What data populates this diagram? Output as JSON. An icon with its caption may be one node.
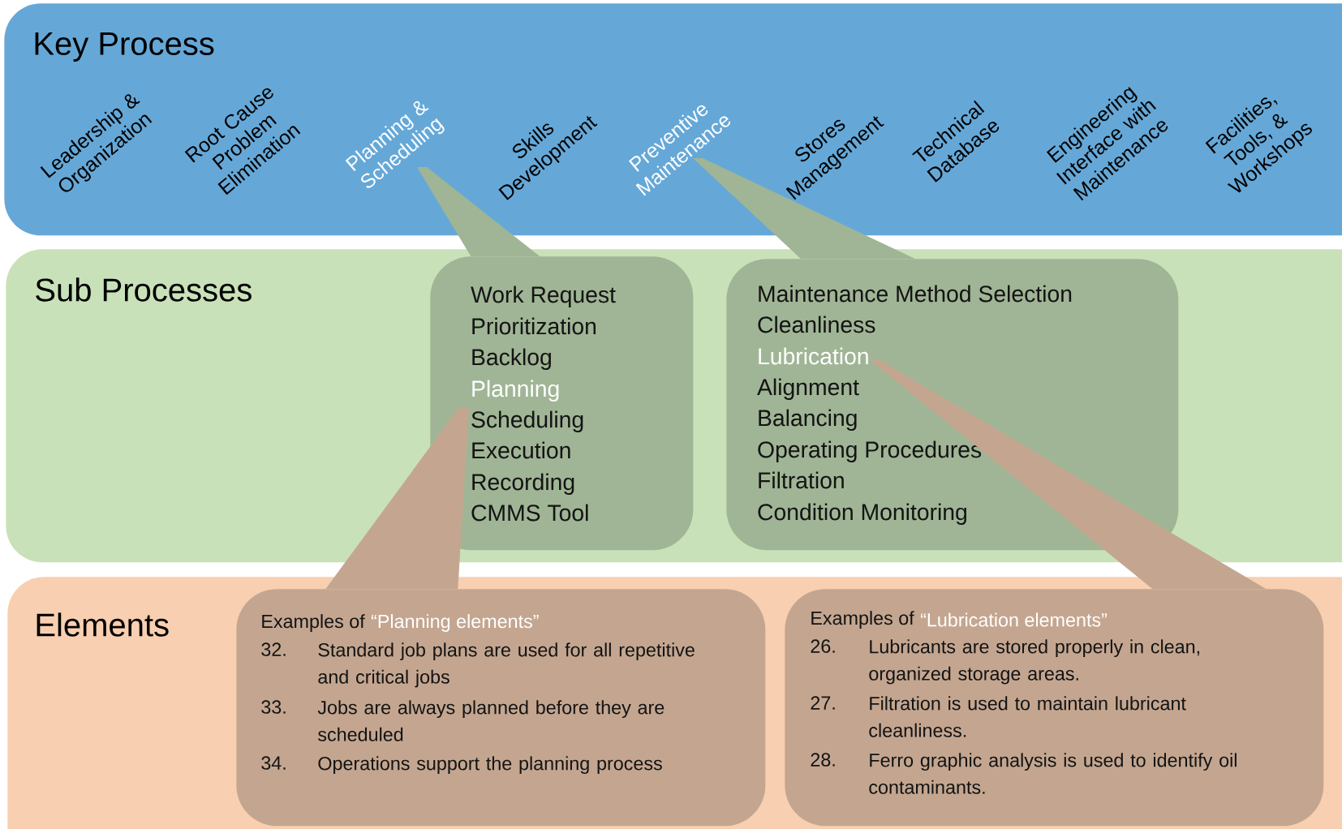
{
  "diagram": {
    "nodes": [
      {
        "text": [
          "Key Process"
        ]
      },
      {
        "text": [
          "Leadership & Organization"
        ],
        "in": 0
      },
      {
        "text": [
          "Root Cause Problem Elimination"
        ],
        "in": 0
      },
      {
        "text": [
          "Planning & Scheduling"
        ],
        "in": 0
      },
      {
        "text": [
          "Skills Development"
        ],
        "in": 0
      },
      {
        "text": [
          "Preventive Maintenance"
        ],
        "in": 0
      },
      {
        "text": [
          "Stores Management"
        ],
        "in": 0
      },
      {
        "text": [
          "Technical Database"
        ],
        "in": 0
      },
      {
        "text": [
          "Engineering Interface with Maintenance"
        ],
        "in": 0
      },
      {
        "text": [
          "Facilities, Tools, & Workshops"
        ],
        "in": 0
      },
      {
        "text": [
          "Sub Processes"
        ]
      },
      {
        "text": [],
        "shape": "box",
        "in": 10
      },
      {
        "text": [
          "Work Request"
        ],
        "in": 11
      },
      {
        "text": [
          "Prioritization"
        ],
        "in": 11
      },
      {
        "text": [
          "Backlog"
        ],
        "in": 11
      },
      {
        "text": [
          "Planning"
        ],
        "in": 11
      },
      {
        "text": [
          "Scheduling"
        ],
        "in": 11
      },
      {
        "text": [
          "Execution"
        ],
        "in": 11
      },
      {
        "text": [
          "Recording"
        ],
        "in": 11
      },
      {
        "text": [
          "CMMS Tool"
        ],
        "in": 11
      },
      {
        "text": [],
        "shape": "box",
        "in": 10
      },
      {
        "text": [
          "Maintenance Method Selection"
        ],
        "in": 20
      },
      {
        "text": [
          "Cleanliness"
        ],
        "in": 20
      },
      {
        "text": [
          "Lubrication"
        ],
        "in": 20
      },
      {
        "text": [
          "Alignment"
        ],
        "in": 20
      },
      {
        "text": [
          "Balancing"
        ],
        "in": 20
      },
      {
        "text": [
          "Operating Procedures"
        ],
        "in": 20
      },
      {
        "text": [
          "Filtration"
        ],
        "in": 20
      },
      {
        "text": [
          "Condition Monitoring"
        ],
        "in": 20
      },
      {
        "text": [
          "Elements"
        ]
      },
      {
        "text": [
          "Examples of",
          "“Planning elements”",
          "32.",
          "Standard job plans are used for all repetitive and critical jobs",
          "33.",
          "Jobs are always planned before they are scheduled",
          "34.",
          "Operations support the planning process"
        ],
        "in": 29
      },
      {
        "text": [
          "Examples of",
          "“Lubrication elements”",
          "26.",
          "Lubricants are stored properly in clean, organized storage areas.",
          "27.",
          "Filtration is used to maintain lubricant cleanliness.",
          "28.",
          "Ferro graphic analysis is used to identify oil contaminants."
        ],
        "in": 29
      }
    ],
    "edges": [
      {
        "from": 3,
        "to": 11,
        "arrow": "none"
      },
      {
        "from": 5,
        "to": 20,
        "arrow": "none"
      },
      {
        "from": 15,
        "to": 30,
        "arrow": "none"
      },
      {
        "from": 23,
        "to": 31,
        "arrow": "none"
      }
    ]
  }
}
